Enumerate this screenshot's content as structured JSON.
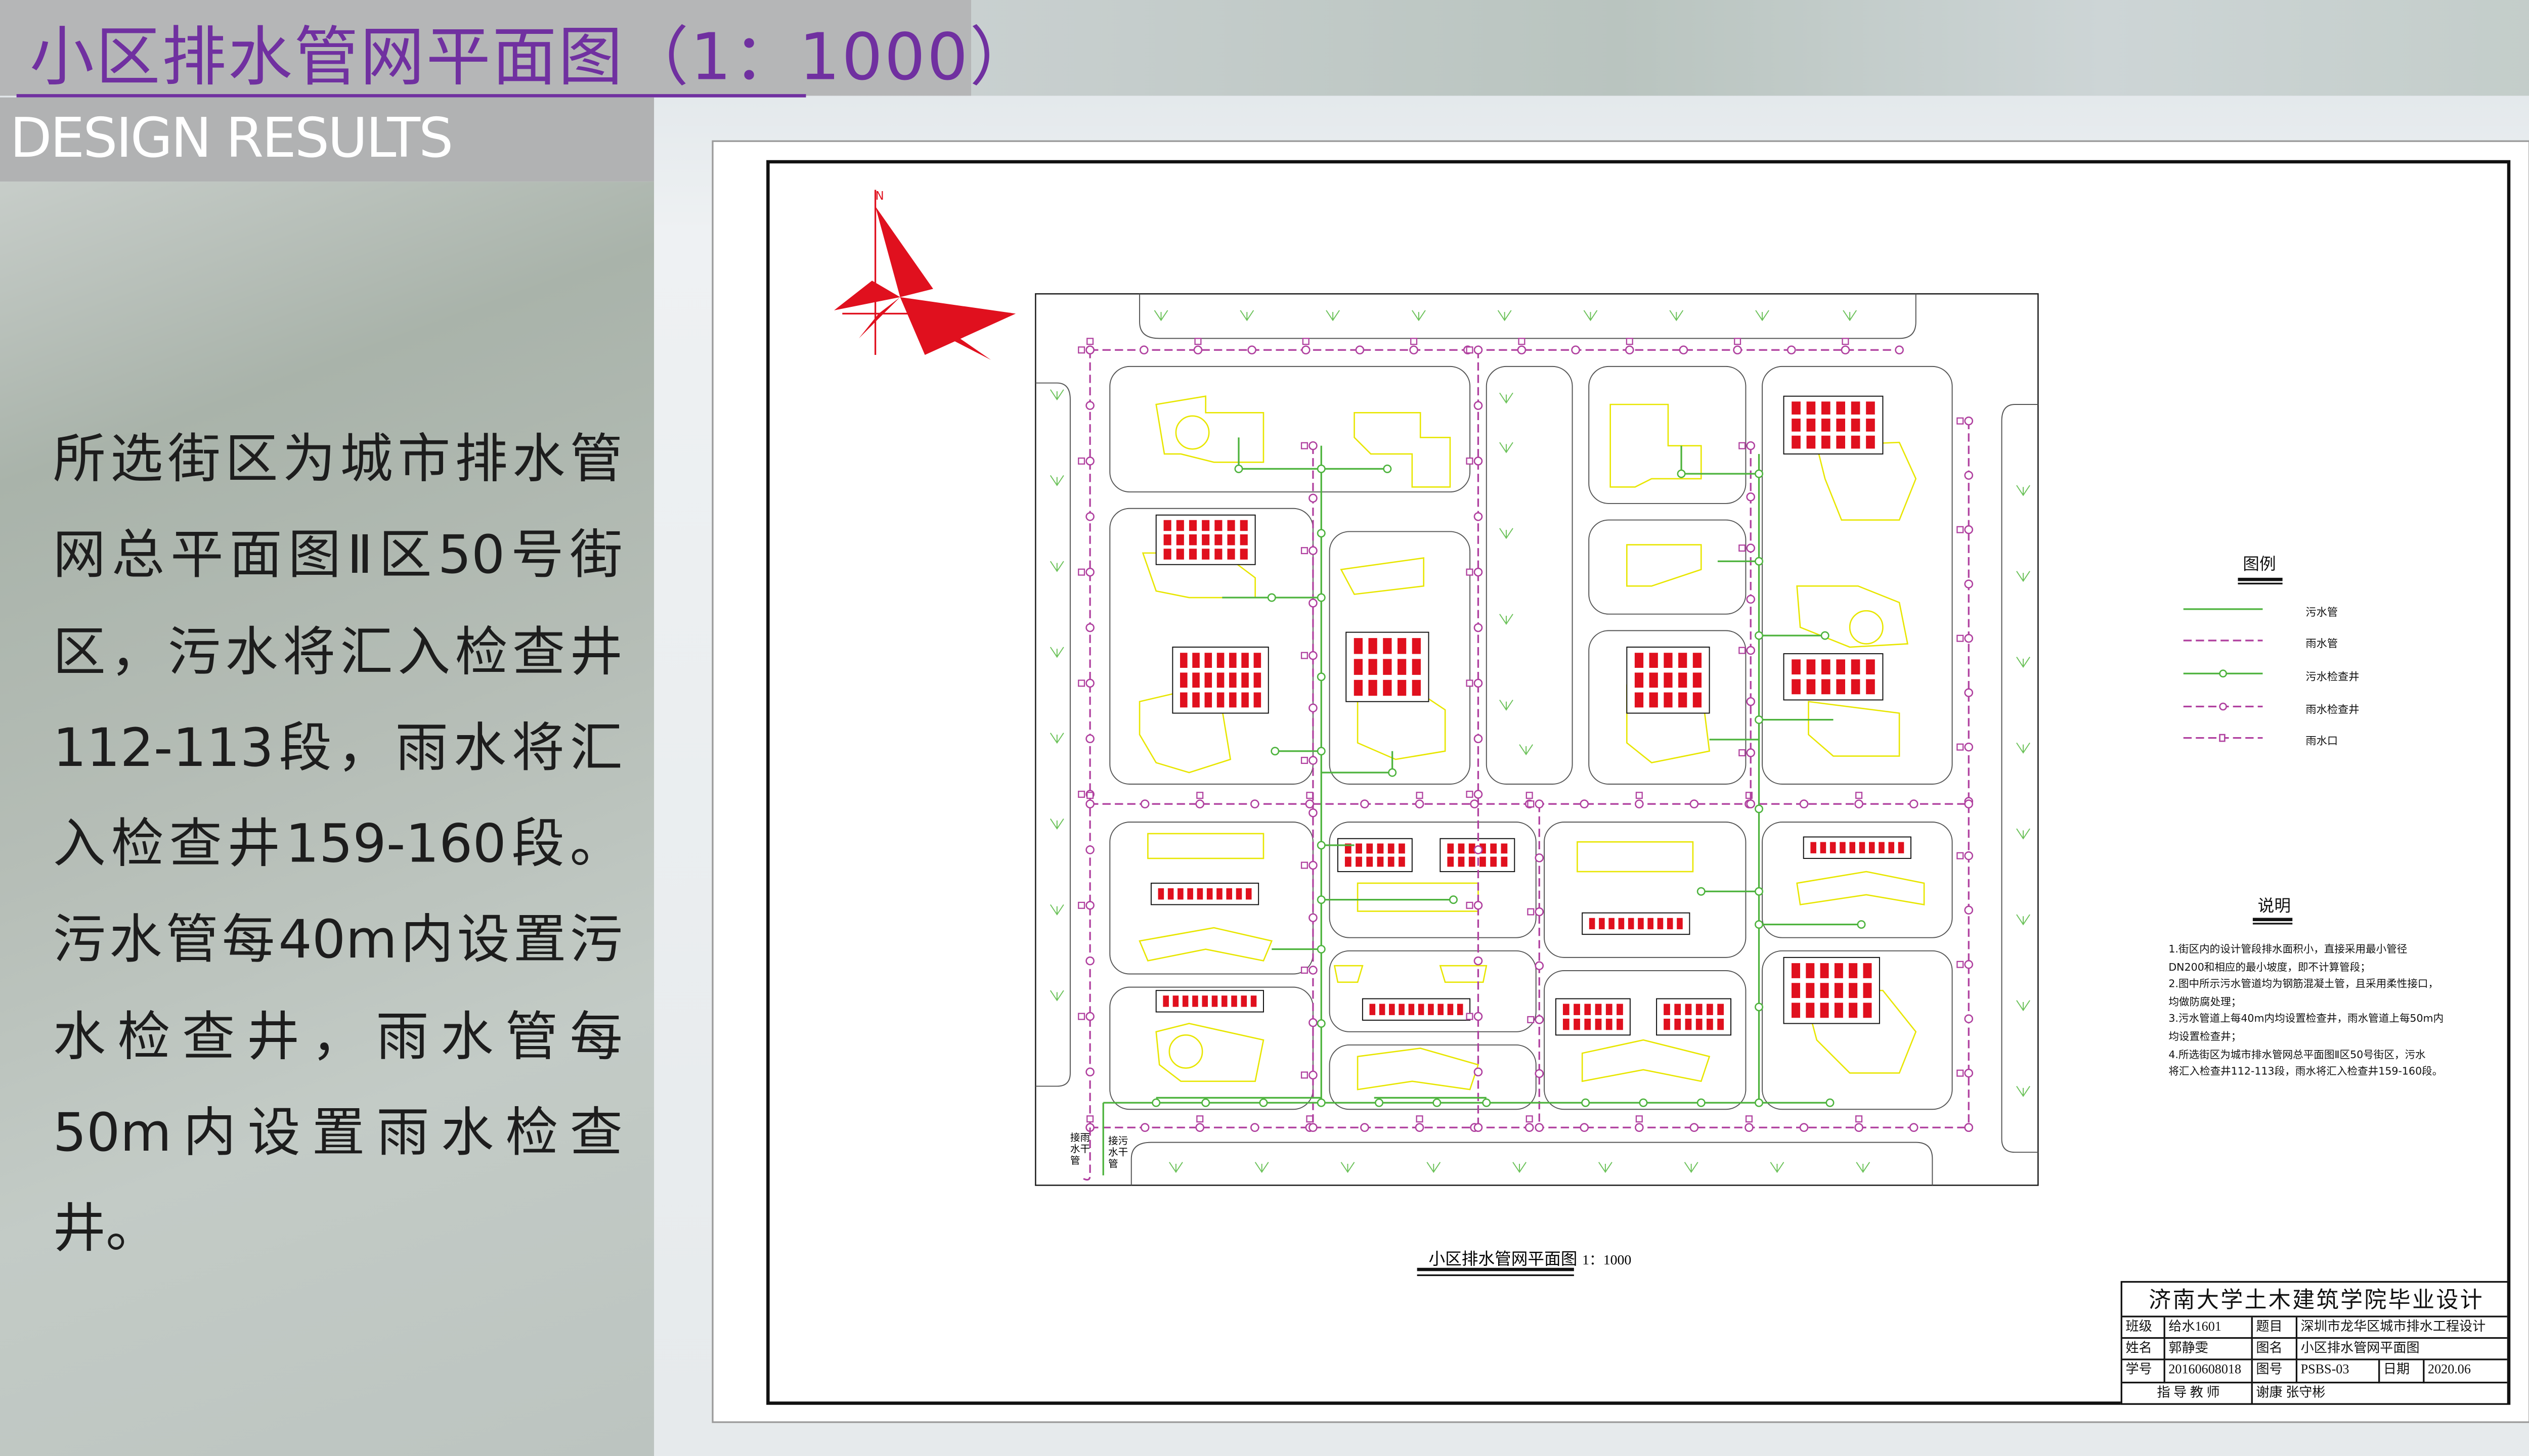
{
  "slide": {
    "title": "小区排水管网平面图（1：1000）",
    "subtitle": "DESIGN RESULTS",
    "body_lines": [
      "所选街区为城市排水管",
      "网总平面图Ⅱ区50号街",
      "区，污水将汇入检查井",
      "112-113段，雨水将汇",
      "入检查井159-160段。",
      "污水管每40m内设置污",
      "水检查井，雨水管每",
      "50m内设置雨水检查",
      "井。"
    ],
    "colors": {
      "title": "#7030a0",
      "sewer": "#4db33d",
      "rain": "#b0409f",
      "building": "#e8e600",
      "parking": "#e0101e"
    }
  },
  "drawing": {
    "north_label": "N",
    "outlet_labels": {
      "rain": "接雨水干管",
      "sewer": "接污水干管"
    },
    "caption": "小区排水管网平面图",
    "scale": "1：1000",
    "legend": {
      "title": "图例",
      "items": [
        {
          "label": "污水管",
          "symbol": "sewer-pipe"
        },
        {
          "label": "雨水管",
          "symbol": "rain-pipe"
        },
        {
          "label": "污水检查井",
          "symbol": "sewer-manhole"
        },
        {
          "label": "雨水检查井",
          "symbol": "rain-manhole"
        },
        {
          "label": "雨水口",
          "symbol": "rain-inlet"
        }
      ]
    },
    "notes": {
      "title": "说明",
      "lines": [
        "1.街区内的设计管段排水面积小，直接采用最小管径",
        "DN200和相应的最小坡度，即不计算管段；",
        "2.图中所示污水管道均为钢筋混凝土管，且采用柔性接口，",
        "均做防腐处理；",
        "3.污水管道上每40m内均设置检查井，雨水管道上每50m内",
        "均设置检查井；",
        "4.所选街区为城市排水管网总平面图Ⅱ区50号街区，污水",
        "将汇入检查井112-113段，雨水将汇入检查井159-160段。"
      ]
    },
    "title_block": {
      "school": "济南大学土木建筑学院毕业设计",
      "class_label": "班级",
      "class_value": "给水1601",
      "topic_label": "题目",
      "topic_value": "深圳市龙华区城市排水工程设计",
      "name_label": "姓名",
      "name_value": "郭静雯",
      "drawing_name_label": "图名",
      "drawing_name_value": "小区排水管网平面图",
      "id_label": "学号",
      "id_value": "20160608018",
      "drawing_no_label": "图号",
      "drawing_no_value": "PSBS-03",
      "date_label": "日期",
      "date_value": "2020.06",
      "advisor_label": "指 导 教 师",
      "advisor_value": "谢康  张守彬"
    }
  }
}
